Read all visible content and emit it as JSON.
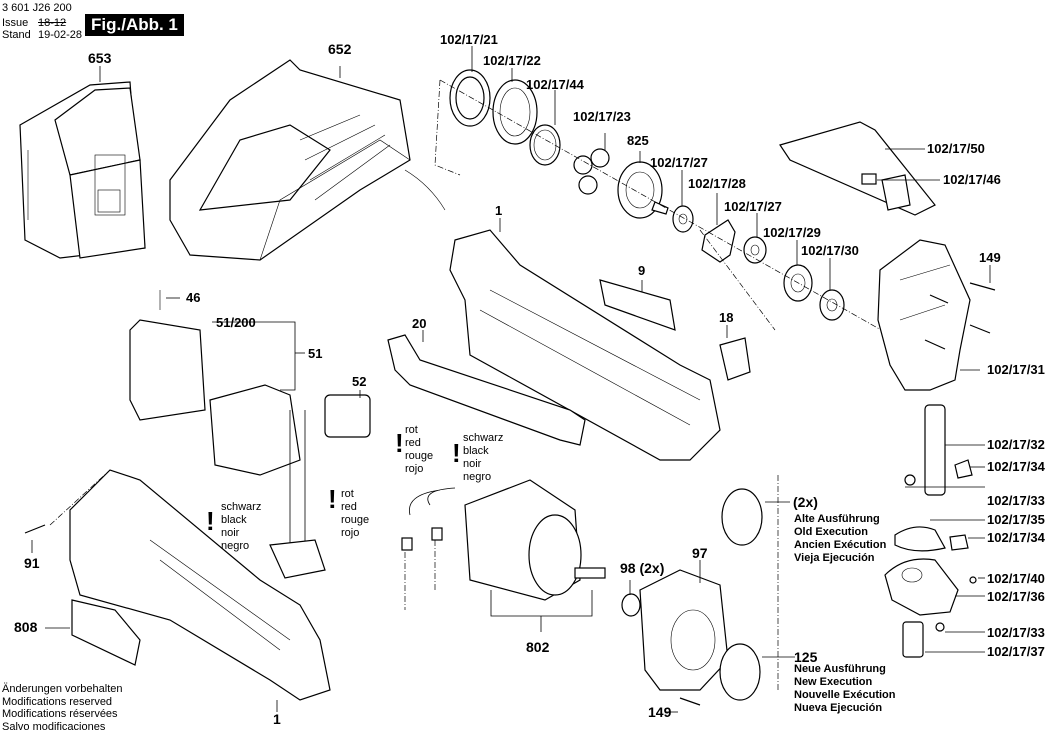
{
  "header": {
    "part_number": "3 601 J26 200",
    "issue_label": "Issue",
    "issue_value": "18-12",
    "stand_label": "Stand",
    "stand_value": "19-02-28",
    "figure_label": "Fig./Abb. 1"
  },
  "parts": {
    "p653": "653",
    "p652": "652",
    "p102_17_21": "102/17/21",
    "p102_17_22": "102/17/22",
    "p102_17_44": "102/17/44",
    "p102_17_23": "102/17/23",
    "p825": "825",
    "p102_17_27a": "102/17/27",
    "p102_17_28": "102/17/28",
    "p102_17_27b": "102/17/27",
    "p102_17_29": "102/17/29",
    "p102_17_30": "102/17/30",
    "p102_17_50": "102/17/50",
    "p102_17_46": "102/17/46",
    "p1_top": "1",
    "p9": "9",
    "p149_top": "149",
    "p46": "46",
    "p51_200": "51/200",
    "p51": "51",
    "p20": "20",
    "p18": "18",
    "p52": "52",
    "p102_17_31": "102/17/31",
    "p102_17_32": "102/17/32",
    "p102_17_34a": "102/17/34",
    "p102_17_33a": "102/17/33",
    "p102_17_35": "102/17/35",
    "p102_17_34b": "102/17/34",
    "p102_17_40": "102/17/40",
    "p102_17_36": "102/17/36",
    "p102_17_33b": "102/17/33",
    "p102_17_37": "102/17/37",
    "p91": "91",
    "p808": "808",
    "p1_bottom": "1",
    "p802": "802",
    "p98": "98 (2x)",
    "p97": "97",
    "p125": "125",
    "p149_bottom": "149",
    "p2x": "(2x)"
  },
  "wire_notes": {
    "red": "rot\nred\nrouge\nrojo",
    "black": "schwarz\nblack\nnoir\nnegro",
    "warning_glyph": "!"
  },
  "execution_notes": {
    "old": "Alte Ausführung\nOld Execution\nAncien Exécution\nVieja Ejecución",
    "new": "Neue Ausführung\nNew Execution\nNouvelle Exécution\nNueva Ejecución"
  },
  "footer": {
    "disclaimer": "Änderungen vorbehalten\nModifications reserved\nModifications réservées\nSalvo modificaciones"
  }
}
